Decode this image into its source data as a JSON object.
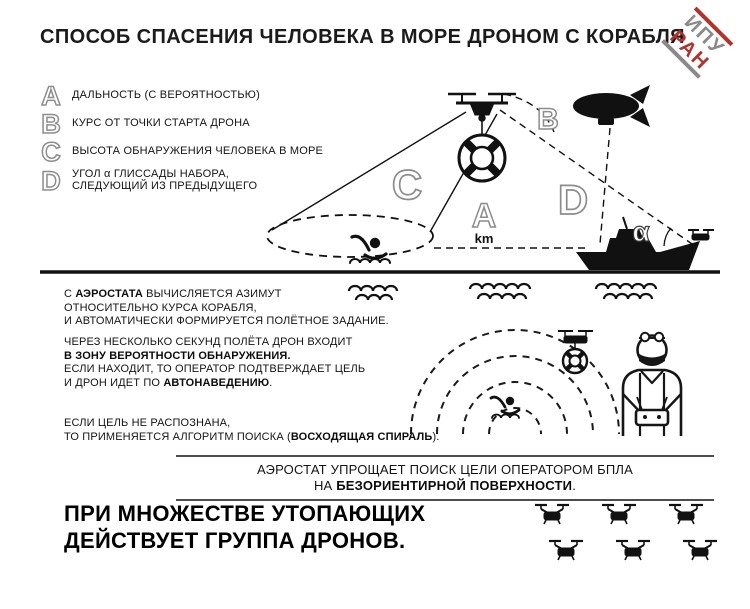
{
  "title": "СПОСОБ СПАСЕНИЯ ЧЕЛОВЕКА В МОРЕ ДРОНОМ С КОРАБЛЯ",
  "logo": {
    "line1": "ИПУ",
    "line2": "РАН",
    "accent_color": "#b0342c",
    "gray_color": "#8a8a8a"
  },
  "legend": {
    "items": [
      {
        "letter": "A",
        "text": "ДАЛЬНОСТЬ (С ВЕРОЯТНОСТЬЮ)",
        "text2": ""
      },
      {
        "letter": "B",
        "text": "КУРС ОТ ТОЧКИ СТАРТА ДРОНА",
        "text2": ""
      },
      {
        "letter": "C",
        "text": "ВЫСОТА ОБНАРУЖЕНИЯ ЧЕЛОВЕКА В МОРЕ",
        "text2": ""
      },
      {
        "letter": "D",
        "text": "УГОЛ α ГЛИССАДЫ НАБОРА,",
        "text2": "СЛЕДУЮЩИЙ ИЗ ПРЕДЫДУЩЕГО"
      }
    ]
  },
  "diagram": {
    "a": "A",
    "km": "km",
    "b": "B",
    "c": "C",
    "d": "D",
    "alpha": "α"
  },
  "para1": {
    "l1a": "С ",
    "l1b": "АЭРОСТАТА",
    "l1c": " ВЫЧИСЛЯЕТСЯ АЗИМУТ",
    "l2": "ОТНОСИТЕЛЬНО КУРСА КОРАБЛЯ,",
    "l3": "И АВТОМАТИЧЕСКИ ФОРМИРУЕТСЯ ПОЛЁТНОЕ ЗАДАНИЕ."
  },
  "para2": {
    "l1": "ЧЕРЕЗ НЕСКОЛЬКО СЕКУНД ПОЛЁТА ДРОН ВХОДИТ",
    "l2": "В ЗОНУ ВЕРОЯТНОСТИ ОБНАРУЖЕНИЯ.",
    "l3": "ЕСЛИ НАХОДИТ, ТО ОПЕРАТОР ПОДТВЕРЖДАЕТ ЦЕЛЬ",
    "l4a": "И ДРОН ИДЕТ ПО ",
    "l4b": "АВТОНАВЕДЕНИЮ",
    "l4c": "."
  },
  "para3": {
    "l1": "ЕСЛИ ЦЕЛЬ НЕ РАСПОЗНАНА,",
    "l2a": "ТО ПРИМЕНЯЕТСЯ АЛГОРИТМ ПОИСКА (",
    "l2b": "ВОСХОДЯЩАЯ СПИРАЛЬ",
    "l2c": ")."
  },
  "callout": {
    "l1": "АЭРОСТАТ УПРОЩАЕТ ПОИСК ЦЕЛИ ОПЕРАТОРОМ БПЛА",
    "l2a": "НА ",
    "l2b": "БЕЗОРИЕНТИРНОЙ ПОВЕРХНОСТИ",
    "l2c": "."
  },
  "statement": {
    "l1": "ПРИ МНОЖЕСТВЕ УТОПАЮЩИХ",
    "l2": "ДЕЙСТВУЕТ ГРУППА ДРОНОВ."
  }
}
